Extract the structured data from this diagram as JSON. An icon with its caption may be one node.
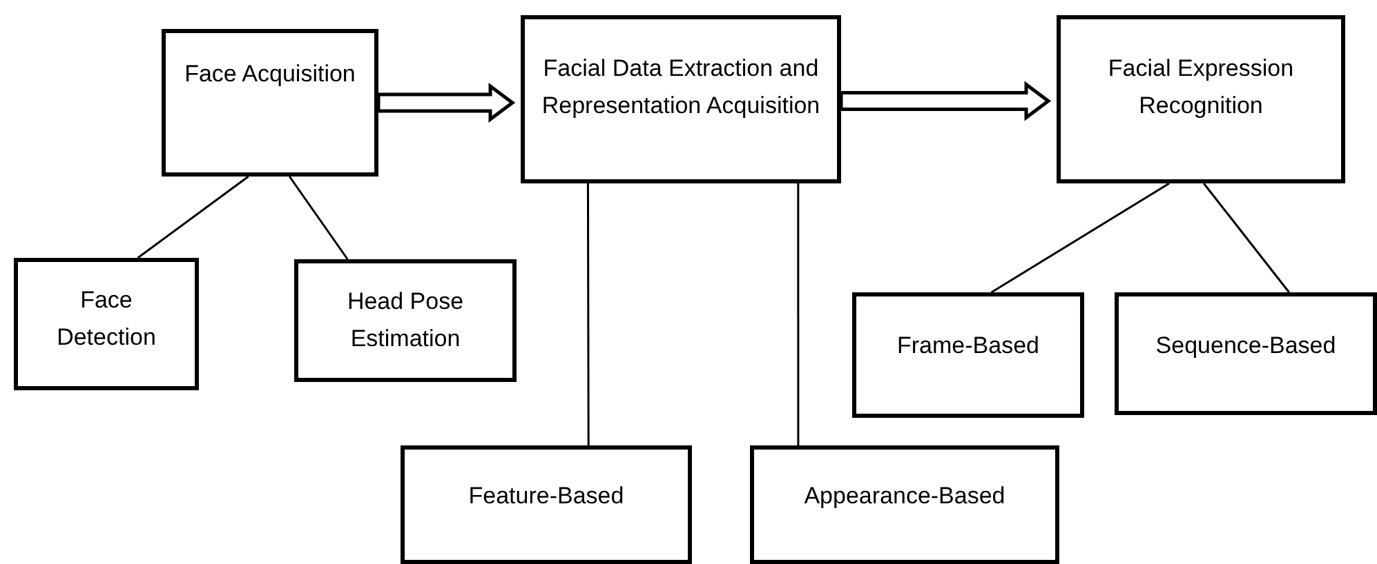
{
  "diagram": {
    "nodes": [
      {
        "text": [
          "Face Acquisition"
        ]
      },
      {
        "text": [
          "Facial Data Extraction and Representation Acquisition"
        ]
      },
      {
        "text": [
          "Facial Expression Recognition"
        ]
      },
      {
        "text": [
          "Face Detection"
        ]
      },
      {
        "text": [
          "Head Pose Estimation"
        ]
      },
      {
        "text": [
          "Feature-Based"
        ]
      },
      {
        "text": [
          "Appearance-Based"
        ]
      },
      {
        "text": [
          "Frame-Based"
        ]
      },
      {
        "text": [
          "Sequence-Based"
        ]
      }
    ],
    "edges": [
      {
        "from": 0,
        "to": 1,
        "arrow": "to",
        "style": "thick"
      },
      {
        "from": 1,
        "to": 2,
        "arrow": "to",
        "style": "thick"
      },
      {
        "from": 0,
        "to": 3,
        "arrow": "none"
      },
      {
        "from": 0,
        "to": 4,
        "arrow": "none"
      },
      {
        "from": 1,
        "to": 5,
        "arrow": "none"
      },
      {
        "from": 1,
        "to": 6,
        "arrow": "none"
      },
      {
        "from": 2,
        "to": 7,
        "arrow": "none"
      },
      {
        "from": 2,
        "to": 8,
        "arrow": "none"
      }
    ]
  }
}
